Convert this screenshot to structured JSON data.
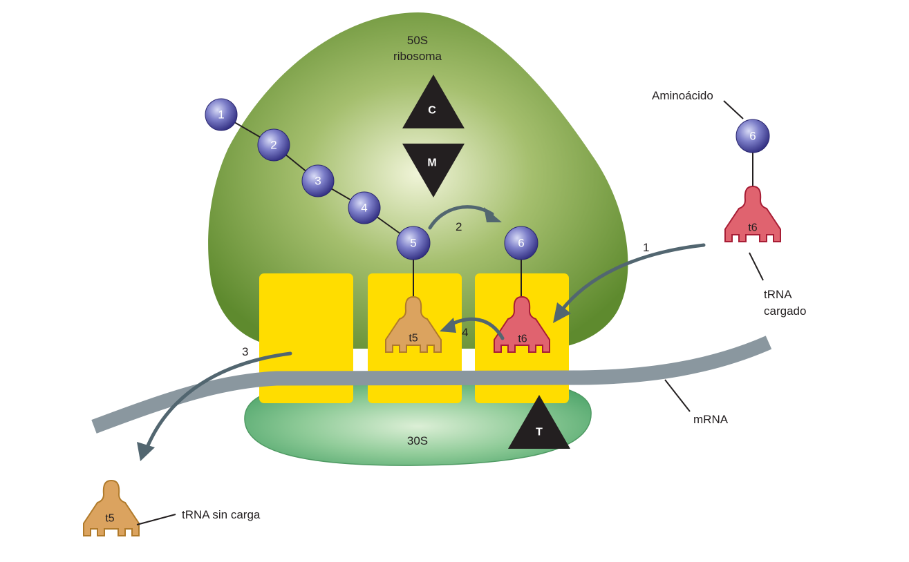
{
  "subunits": {
    "large_line1": "50S",
    "large_line2": "ribosoma",
    "small": "30S"
  },
  "triangles": {
    "c": "C",
    "m": "M",
    "t": "T"
  },
  "chain": [
    "1",
    "2",
    "3",
    "4",
    "5"
  ],
  "incoming_aa": "6",
  "bound_aa": "6",
  "trnas": {
    "p_site": "t5",
    "a_site": "t6",
    "incoming": "t6",
    "released": "t5"
  },
  "steps": {
    "s1": "1",
    "s2": "2",
    "s3": "3",
    "s4": "4"
  },
  "labels": {
    "aminoacid": "Aminoácido",
    "charged_line1": "tRNA",
    "charged_line2": "cargado",
    "mrna": "mRNA",
    "uncharged": "tRNA sin carga"
  },
  "colors": {
    "large_subunit": "#5e8a2e",
    "small_subunit": "#5aab74",
    "site_yellow": "#ffdd00",
    "mrna": "#8a979f",
    "arrow": "#526670",
    "trna_orange": "#dba35f",
    "trna_red": "#e0636f",
    "ball": "#3d3a8c"
  }
}
